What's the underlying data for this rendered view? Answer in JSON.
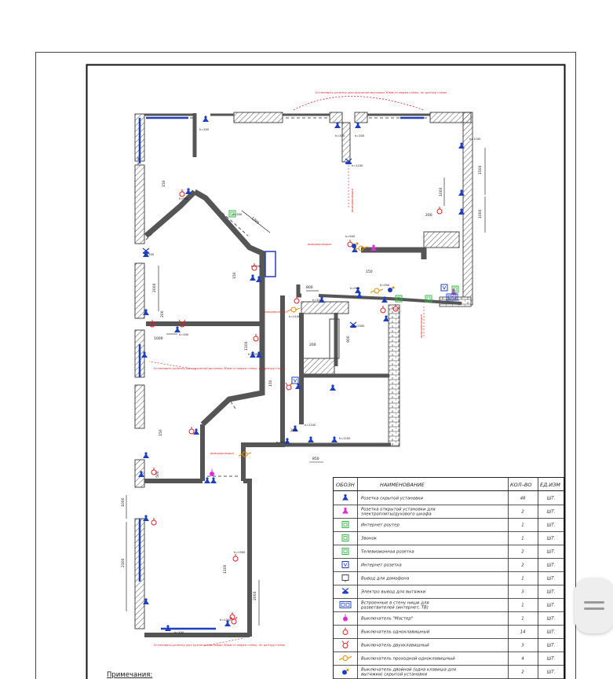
{
  "plan": {
    "dimensions": [
      "1200",
      "150",
      "1000",
      "2000",
      "200",
      "1000",
      "1100",
      "1500",
      "1000",
      "200",
      "150",
      "150",
      "800",
      "150",
      "900",
      "200",
      "200",
      "850",
      "150",
      "1000",
      "2100",
      "2000",
      "500",
      "1100"
    ],
    "heights": [
      "h=300",
      "h=300",
      "h=300",
      "h=1100",
      "h=1100",
      "h=900",
      "h=300",
      "h=900",
      "h=300",
      "h=300",
      "h=900",
      "h=900",
      "h=300",
      "h=1100",
      "h=2000",
      "h=1000",
      "h=300",
      "h=1100",
      "h=1100",
      "h=1100",
      "h=1500",
      "h=1000",
      "h=300"
    ],
    "notes": [
      "Установить розетку для кухонной вытяжки 30мм от верха стены, по центру стены",
      "Установить розетку для кухонной вытяжки 30мм от верха стены, по центру стены",
      "Установить розетку для кухонной вытяжки 30мм от верха стены, по центру стены"
    ],
    "labels": [
      "выводпроводки",
      "выводпроводки",
      "выводпроводки",
      "выводпроводки",
      "выводпроводки"
    ]
  },
  "legend": {
    "headers": {
      "symbol": "ОБОЗН",
      "name": "НАИМЕНОВАНИЕ",
      "count": "КОЛ–ВО",
      "unit": "ЕД.ИЗМ"
    },
    "rows": [
      {
        "name": "Розетка скрытой установки",
        "count": "48",
        "unit": "ШТ.",
        "icon": "socket-hidden",
        "color": "#1f3fbf"
      },
      {
        "name": "Розетка открытой установки для электроплиты/духового шкафа",
        "count": "2",
        "unit": "ШТ.",
        "icon": "socket-open",
        "color": "#e02bd8"
      },
      {
        "name": "Интернет роутер",
        "count": "1",
        "unit": "ШТ.",
        "icon": "router",
        "color": "#39b54a"
      },
      {
        "name": "Звонок",
        "count": "1",
        "unit": "ШТ.",
        "icon": "bell",
        "color": "#39b54a"
      },
      {
        "name": "Телевизионная розетка",
        "count": "2",
        "unit": "ШТ.",
        "icon": "tv-socket",
        "color": "#39b54a"
      },
      {
        "name": "Интернет розетка",
        "count": "2",
        "unit": "ШТ.",
        "icon": "internet-socket",
        "color": "#1f3fbf"
      },
      {
        "name": "Вывод для домофона",
        "count": "1",
        "unit": "ШТ.",
        "icon": "intercom",
        "color": "#333333"
      },
      {
        "name": "Электро вывод для вытяжки",
        "count": "3",
        "unit": "ШТ.",
        "icon": "hood",
        "color": "#1f3fbf"
      },
      {
        "name": "Встроенные в стену ниши для разветвителей (интернет, ТВ)",
        "count": "1",
        "unit": "ШТ.",
        "icon": "niche",
        "color": "#1f3fbf"
      },
      {
        "name": "Выключатель \"Мастер\"",
        "count": "1",
        "unit": "ШТ.",
        "icon": "master-switch",
        "color": "#e02bd8"
      },
      {
        "name": "Выключатель одноклавишный",
        "count": "14",
        "unit": "ШТ.",
        "icon": "switch-one",
        "color": "#e02020"
      },
      {
        "name": "Выключатель двухклавишный",
        "count": "3",
        "unit": "ШТ.",
        "icon": "switch-two",
        "color": "#e02020"
      },
      {
        "name": "Выключатель проходной одноклавишный",
        "count": "4",
        "unit": "ШТ.",
        "icon": "pass-switch",
        "color": "#e08a00"
      },
      {
        "name": "Выключатель двойной (одна клавиша для вытяжки) скрытой установки",
        "count": "2",
        "unit": "ШТ.",
        "icon": "double-switch",
        "color": "#1f3fbf"
      }
    ]
  },
  "notes_heading": "Примечания:"
}
